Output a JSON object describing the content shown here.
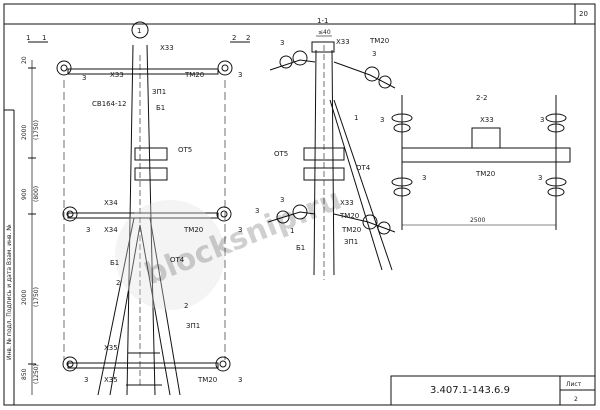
{
  "sheet": {
    "page_number": "20",
    "designation": "3.407.1-143.6.9",
    "sheet_word": "Лист",
    "sheet_no": "2",
    "side_stamp": "Инв. № подл. Подпись и дата Взам. инв. №",
    "watermark": "blocksnip.ru",
    "circle_marker": "1"
  },
  "left_view": {
    "section_marks": [
      "1",
      "1",
      "2",
      "2"
    ],
    "items": [
      "3",
      "X33",
      "X33",
      "ТМ20",
      "3",
      "СВ164-12",
      "ЗП1",
      "Б1",
      "ОТ5",
      "Х34",
      "Х34",
      "3",
      "3",
      "ТМ20",
      "Б1",
      "ОТ4",
      "2",
      "2",
      "ЗП1",
      "Х35",
      "Х35",
      "3",
      "3",
      "ТМ20"
    ],
    "dimensions": [
      "20",
      "2000",
      "(1750)",
      "900",
      "(800)",
      "2000",
      "(1750)",
      "850",
      "(1250)"
    ]
  },
  "section_1_1": {
    "title": "1-1",
    "items": [
      "3",
      "X33",
      "ТМ20",
      "3",
      "ОТ5",
      "ОТ4",
      "3",
      "X33",
      "ТМ20",
      "Б1",
      "ЗП1",
      "1",
      "1",
      "3",
      "ТМ20"
    ],
    "dimensions": [
      "≤40"
    ]
  },
  "section_2_2": {
    "title": "2-2",
    "items": [
      "3",
      "X33",
      "3",
      "3",
      "ТМ20",
      "3"
    ],
    "dimensions": [
      "2500"
    ]
  }
}
